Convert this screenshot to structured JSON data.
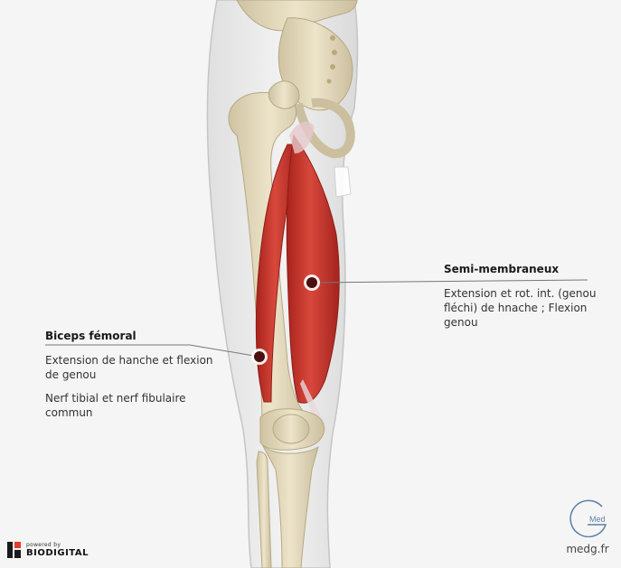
{
  "labels": {
    "semi_membraneux": {
      "title": "Semi-membraneux",
      "description": "Extension et rot. int. (genou fléchi) de hnache ; Flexion genou"
    },
    "biceps_femoral": {
      "title": "Biceps fémoral",
      "description": "Extension de hanche et flexion de genou",
      "innervation": "Nerf tibial et nerf fibulaire commun"
    }
  },
  "branding": {
    "powered_by": "powered by",
    "biodigital": "BIODIGITAL",
    "medg_logo_text": "Med",
    "medg_url": "medg.fr"
  },
  "colors": {
    "muscle": "#c8352c",
    "bone": "#e6dcc0",
    "marker": "#4a1010",
    "leader": "#777777"
  }
}
